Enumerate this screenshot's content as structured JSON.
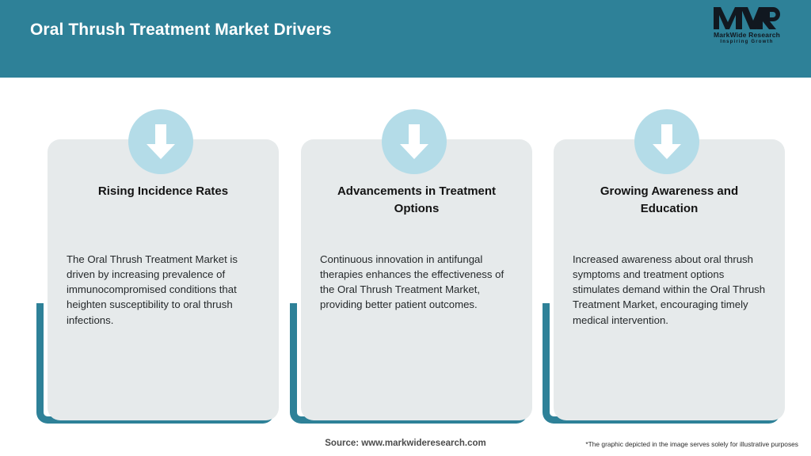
{
  "header": {
    "title": "Oral Thrush Treatment Market Drivers",
    "background_color": "#2E8198",
    "title_color": "#FFFFFF"
  },
  "logo": {
    "mark": "MWR",
    "name": "MarkWide Research",
    "tagline": "Inspiring Growth"
  },
  "cards": [
    {
      "icon": "arrow-down-icon",
      "title": "Rising Incidence Rates",
      "body": "The Oral Thrush Treatment Market is driven by increasing prevalence of immunocompromised conditions that heighten susceptibility to oral thrush infections."
    },
    {
      "icon": "arrow-down-icon",
      "title": "Advancements in Treatment Options",
      "body": "Continuous innovation in antifungal therapies enhances the effectiveness of the Oral Thrush Treatment Market, providing better patient outcomes."
    },
    {
      "icon": "arrow-down-icon",
      "title": "Growing Awareness and Education",
      "body": "Increased awareness about oral thrush symptoms and treatment options stimulates demand within the Oral Thrush Treatment Market, encouraging timely medical intervention."
    }
  ],
  "footer": {
    "source": "Source: www.markwideresearch.com",
    "disclaimer": "*The graphic depicted in the image serves solely for illustrative purposes"
  },
  "colors": {
    "accent_teal": "#2E8198",
    "card_background": "#E6EAEB",
    "icon_circle": "#B4DCE8",
    "page_background": "#FFFFFF"
  }
}
